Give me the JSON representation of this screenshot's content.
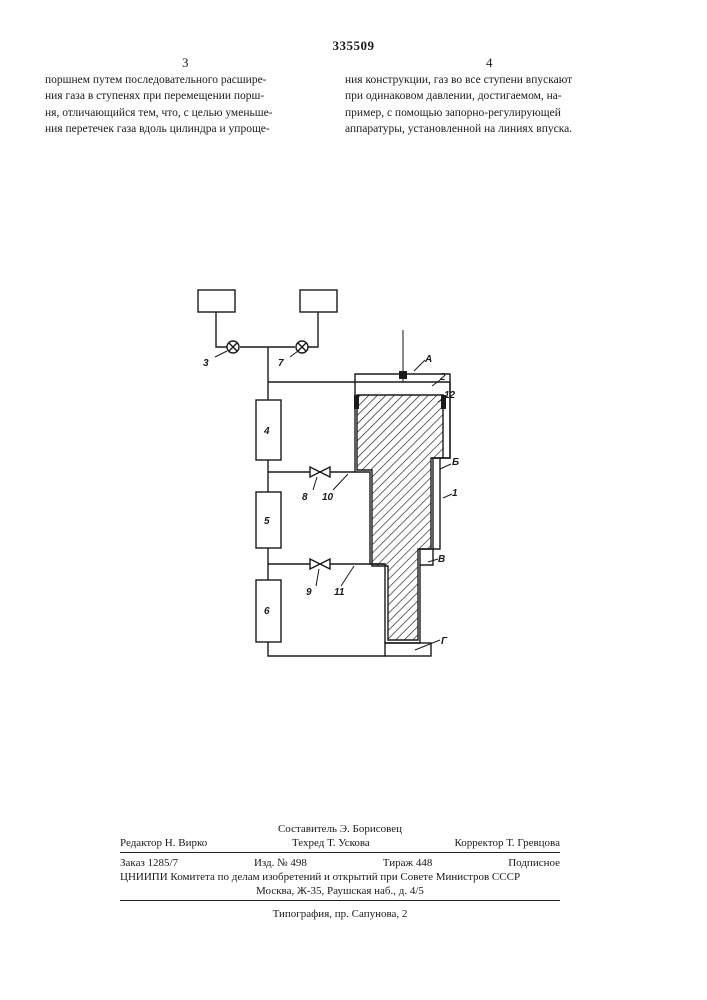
{
  "header": {
    "patent_number": "335509",
    "left_column_number": "3",
    "right_column_number": "4"
  },
  "text": {
    "left_lines": [
      "поршнем путем последовательного расшире-",
      "ния газа в ступенях при перемещении порш-",
      "ня, отличающийся тем, что, с целью уменьше-",
      "ния перетечек газа вдоль цилиндра и упроще-"
    ],
    "right_lines": [
      "ния конструкции, газ во все ступени впускают",
      "при одинаковом давлении, достигаемом, на-",
      "пример, с помощью запорно-регулирующей",
      "аппаратуры, установленной на линиях впуска."
    ]
  },
  "figure": {
    "labels": {
      "valve_3": "3",
      "valve_7": "7",
      "block_4": "4",
      "block_5": "5",
      "block_6": "6",
      "valve_8": "8",
      "valve_9": "9",
      "line_10": "10",
      "line_11": "11",
      "chamber_A": "А",
      "cover_2": "2",
      "seal_12": "12",
      "chamber_B": "Б",
      "cylinder_1": "1",
      "chamber_V": "В",
      "chamber_G": "Г"
    }
  },
  "footer": {
    "compiler": "Составитель Э. Борисовец",
    "editor": "Редактор Н. Вирко",
    "techred": "Техред Т. Ускова",
    "corrector": "Корректор Т. Гревцова",
    "order": "Заказ 1285/7",
    "issue": "Изд. № 498",
    "circulation": "Тираж 448",
    "subscription": "Подписное",
    "org_line1": "ЦНИИПИ Комитета по делам изобретений и открытий при Совете Министров СССР",
    "org_line2": "Москва, Ж-35, Раушская наб., д. 4/5",
    "print_house": "Типография, пр. Сапунова, 2"
  }
}
